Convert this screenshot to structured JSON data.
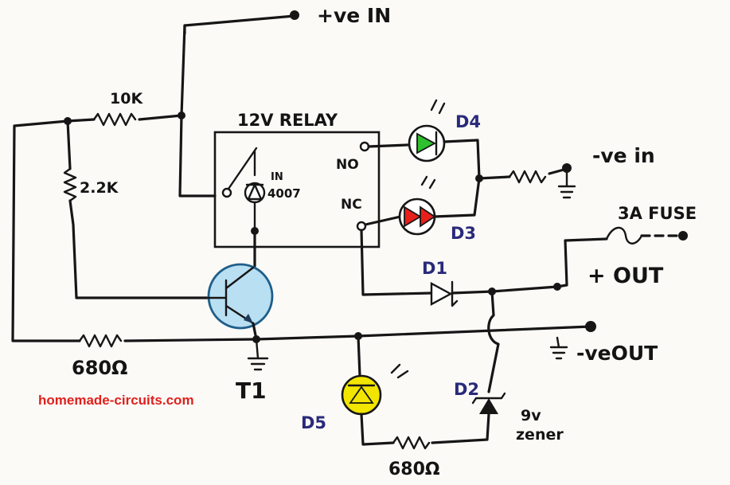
{
  "labels": {
    "pos_in": "+ve IN",
    "neg_in": "-ve in",
    "pos_out": "+ OUT",
    "neg_out": "-veOUT",
    "fuse": "3A FUSE",
    "relay": "12V RELAY",
    "relay_no": "NO",
    "relay_nc": "NC",
    "relay_diode": "IN",
    "relay_diode2": "4007",
    "r_10k": "10K",
    "r_2k2": "2.2K",
    "r_680_left": "680Ω",
    "r_680_bottom": "680Ω",
    "d1": "D1",
    "d2": "D2",
    "d3": "D3",
    "d4": "D4",
    "d5": "D5",
    "t1": "T1",
    "zener_value": "9v",
    "zener_word": "zener",
    "website": "homemade-circuits.com"
  },
  "colors": {
    "led_d4": "#2ec02e",
    "led_d3": "#e8201c",
    "led_d5": "#f2e600",
    "transistor": "#b8dff2",
    "website": "#e0201c"
  }
}
